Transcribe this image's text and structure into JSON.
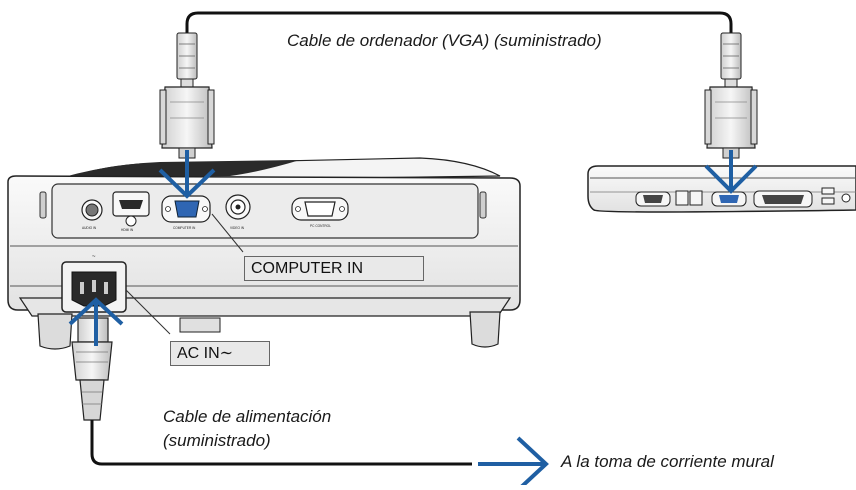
{
  "labels": {
    "vga_cable": "Cable de ordenador (VGA) (suministrado)",
    "power_cable_line1": "Cable de alimentación",
    "power_cable_line2": "(suministrado)",
    "wall_outlet": "A la toma de corriente mural",
    "computer_in": "COMPUTER IN",
    "ac_in": "AC IN∼"
  },
  "port_labels": {
    "audio_in": "AUDIO IN",
    "hdmi_in": "HDMI IN",
    "computer_in": "COMPUTER IN",
    "video_in": "VIDEO IN",
    "pc_control": "PC CONTROL"
  },
  "colors": {
    "arrow": "#1f5fa3",
    "cable": "#111111",
    "device_body": "#f2f2f2",
    "port_panel": "#e4e4e4",
    "label_box": "#e9e9e9",
    "outline": "#222222"
  },
  "icons": [
    "vga-plug-icon",
    "power-plug-icon",
    "down-arrow-icon",
    "up-arrow-icon",
    "right-arrow-icon"
  ]
}
